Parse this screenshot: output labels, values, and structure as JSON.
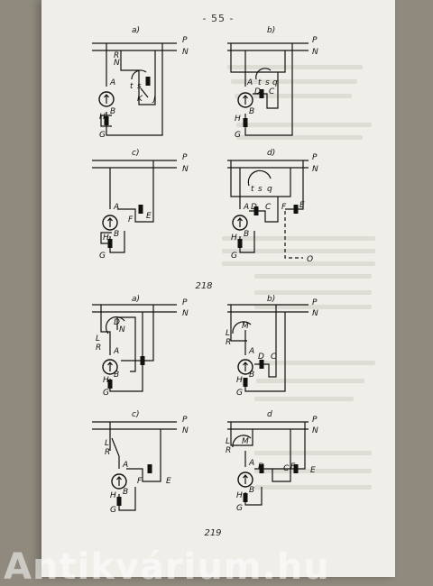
{
  "page": {
    "number": "- 55 -"
  },
  "figure_218": {
    "caption": "218",
    "diagrams": [
      {
        "label": "a)",
        "rails": [
          "P",
          "N"
        ],
        "parts": [
          "A",
          "B",
          "G",
          "H",
          "J",
          "K",
          "R",
          "N",
          "t",
          "s"
        ]
      },
      {
        "label": "b)",
        "rails": [
          "P",
          "N"
        ],
        "parts": [
          "A",
          "B",
          "C",
          "D",
          "G",
          "H",
          "t",
          "s",
          "q"
        ]
      },
      {
        "label": "c)",
        "rails": [
          "P",
          "N"
        ],
        "parts": [
          "A",
          "B",
          "E",
          "F",
          "G",
          "H"
        ]
      },
      {
        "label": "d)",
        "rails": [
          "P",
          "N"
        ],
        "parts": [
          "A",
          "B",
          "C",
          "D",
          "E",
          "F",
          "G",
          "H",
          "O",
          "t",
          "s",
          "q"
        ]
      }
    ]
  },
  "figure_219": {
    "caption": "219",
    "diagrams": [
      {
        "label": "a)",
        "rails": [
          "P",
          "N"
        ],
        "parts": [
          "L",
          "R",
          "D",
          "N",
          "A",
          "B",
          "H",
          "G"
        ]
      },
      {
        "label": "b)",
        "rails": [
          "P",
          "N"
        ],
        "parts": [
          "L",
          "R",
          "M",
          "A",
          "B",
          "C",
          "D",
          "H",
          "G"
        ]
      },
      {
        "label": "c)",
        "rails": [
          "P",
          "N"
        ],
        "parts": [
          "L",
          "R",
          "A",
          "B",
          "E",
          "F",
          "H",
          "G"
        ]
      },
      {
        "label": "d",
        "rails": [
          "P",
          "N"
        ],
        "parts": [
          "L",
          "R",
          "M",
          "A",
          "B",
          "C",
          "D",
          "E",
          "F",
          "H",
          "G"
        ]
      }
    ]
  },
  "watermark": {
    "text": "Antikvárium.hu"
  }
}
